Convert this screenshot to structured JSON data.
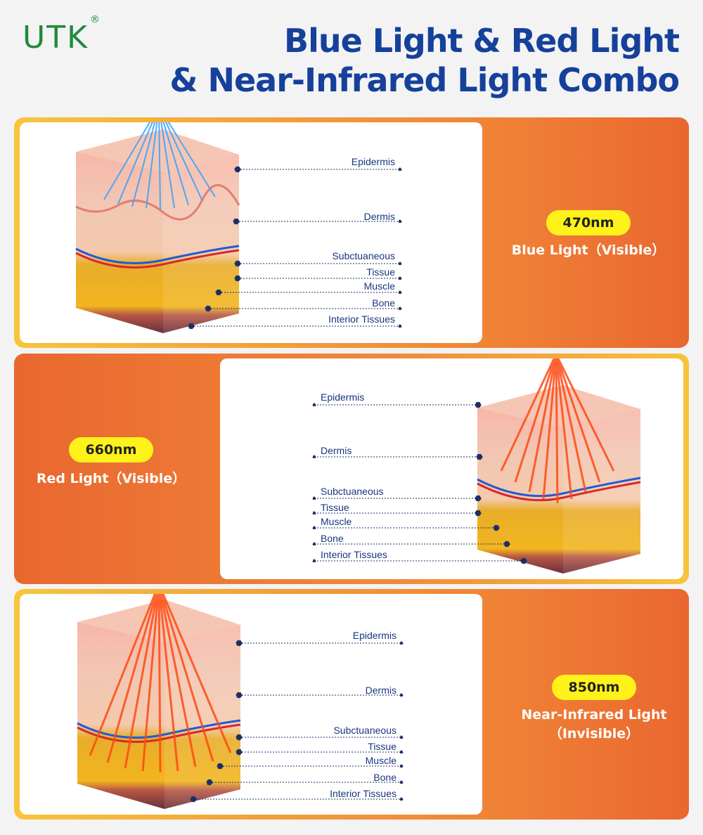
{
  "brand": {
    "name": "UTK",
    "mark": "®"
  },
  "title": {
    "line1": "Blue Light & Red Light",
    "line2": "& Near-Infrared Light Combo"
  },
  "colors": {
    "title": "#16419a",
    "logo": "#1e8a3a",
    "pill": "#fff21a",
    "blue_beam": "#3aa4ff",
    "red_beam": "#ff4a12"
  },
  "panels": [
    {
      "wavelength": "470nm",
      "light": "Blue Light（Visible）",
      "layers": [
        "Epidermis",
        "Dermis",
        "Subctuaneous",
        "Tissue",
        "Muscle",
        "Bone",
        "Interior Tissues"
      ]
    },
    {
      "wavelength": "660nm",
      "light": "Red Light（Visible）",
      "layers": [
        "Epidermis",
        "Dermis",
        "Subctuaneous",
        "Tissue",
        "Muscle",
        "Bone",
        "Interior Tissues"
      ]
    },
    {
      "wavelength": "850nm",
      "light_line1": "Near-Infrared Light",
      "light_line2": "（Invisible）",
      "layers": [
        "Epidermis",
        "Dermis",
        "Subctuaneous",
        "Tissue",
        "Muscle",
        "Bone",
        "Interior Tissues"
      ]
    }
  ]
}
